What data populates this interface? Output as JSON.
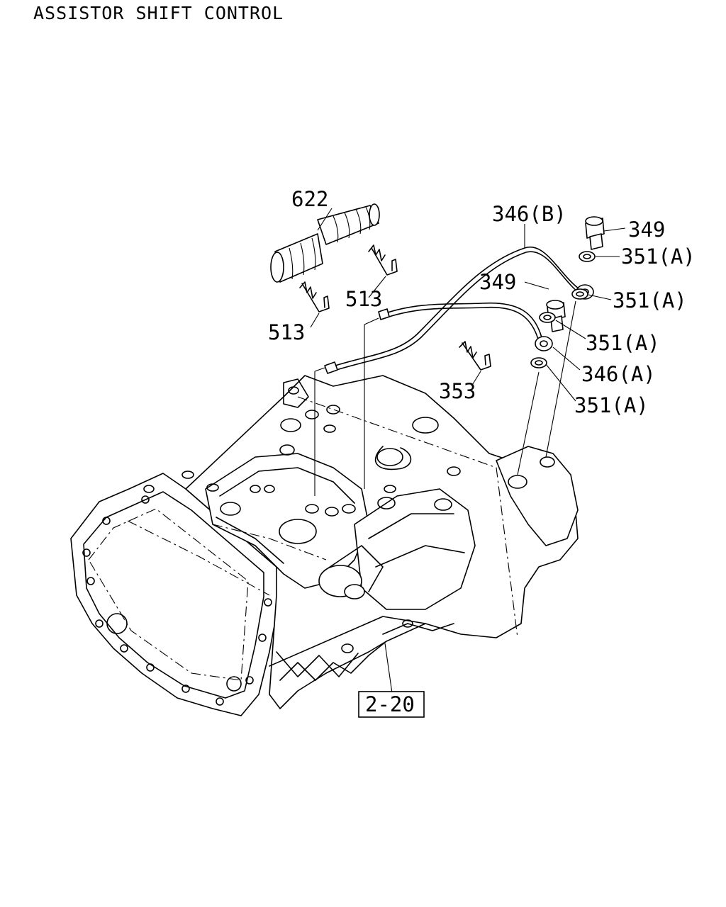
{
  "title": "ASSISTOR SHIFT CONTROL",
  "callouts": [
    {
      "id": "622",
      "text": "622"
    },
    {
      "id": "513a",
      "text": "513"
    },
    {
      "id": "513b",
      "text": "513"
    },
    {
      "id": "346b",
      "text": "346(B)"
    },
    {
      "id": "349a",
      "text": "349"
    },
    {
      "id": "351a1",
      "text": "351(A)"
    },
    {
      "id": "349b",
      "text": "349"
    },
    {
      "id": "351a2",
      "text": "351(A)"
    },
    {
      "id": "351a3",
      "text": "351(A)"
    },
    {
      "id": "346a",
      "text": "346(A)"
    },
    {
      "id": "353",
      "text": "353"
    },
    {
      "id": "351a4",
      "text": "351(A)"
    }
  ],
  "reference": {
    "text": "2-20"
  },
  "icons": {
    "hose": "corrugated-hose-icon",
    "clip": "cable-clip-icon",
    "bolt": "eye-bolt-icon",
    "washer": "sealing-washer-icon",
    "pipe": "pipe-icon",
    "housing": "transmission-housing-icon"
  }
}
